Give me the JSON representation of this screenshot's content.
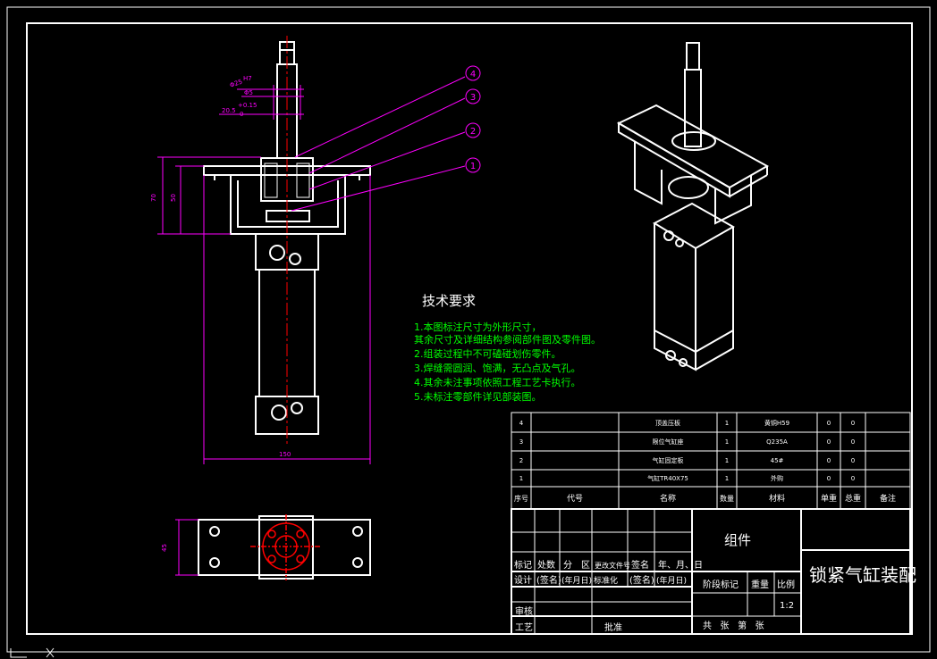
{
  "colors": {
    "background": "#000000",
    "line": "#ffffff",
    "dimension": "#ff00ff",
    "note_text": "#00ff00",
    "centerline": "#ff0000"
  },
  "dimensions": {
    "d1": "Φ25",
    "d1_tol": "H7",
    "d2": "Φ5",
    "d3": "20.5",
    "d3_tol_upper": "+0.15",
    "d3_tol_lower": "0",
    "height_70": "70",
    "height_50": "50",
    "width_150": "150",
    "bottom_45": "45"
  },
  "balloons": [
    "4",
    "3",
    "2",
    "1"
  ],
  "notes": {
    "title": "技术要求",
    "lines": [
      "1.本图标注尺寸为外形尺寸，",
      "其余尺寸及详细结构参阅部件图及零件图。",
      "2.组装过程中不可磕碰划伤零件。",
      "3.焊缝需圆润、饱满，无凸点及气孔。",
      "4.其余未注事项依照工程工艺卡执行。",
      "5.未标注零部件详见部装图。"
    ]
  },
  "bom": {
    "rows": [
      {
        "no": "4",
        "code": "",
        "name": "顶盖压板",
        "qty": "1",
        "material": "黄铜H59",
        "unit": "0",
        "total": "0",
        "note": ""
      },
      {
        "no": "3",
        "code": "",
        "name": "限位气缸座",
        "qty": "1",
        "material": "Q235A",
        "unit": "0",
        "total": "0",
        "note": ""
      },
      {
        "no": "2",
        "code": "",
        "name": "气缸固定板",
        "qty": "1",
        "material": "45#",
        "unit": "0",
        "total": "0",
        "note": ""
      },
      {
        "no": "1",
        "code": "",
        "name": "气缸TR40X75",
        "qty": "1",
        "material": "外购",
        "unit": "0",
        "total": "0",
        "note": ""
      }
    ],
    "header": {
      "no": "序号",
      "code": "代号",
      "name": "名称",
      "qty": "数量",
      "material": "材料",
      "unit": "单重",
      "total": "总重",
      "note": "备注"
    }
  },
  "titleblock": {
    "group": "组件",
    "drawing_name": "锁紧气缸装配",
    "r1": [
      "标记",
      "处数",
      "分",
      "区",
      "更改文件号",
      "签名",
      "年、月、日"
    ],
    "r2": [
      "设计",
      "(签名)",
      "(年月日)",
      "标准化",
      "(签名)",
      "(年月日)"
    ],
    "stage_label": "阶段标记",
    "weight_label": "重量",
    "scale_label": "比例",
    "scale_value": "1:2",
    "review": "审核",
    "process": "工艺",
    "approve": "批准",
    "sheets": "共   张   第   张"
  }
}
